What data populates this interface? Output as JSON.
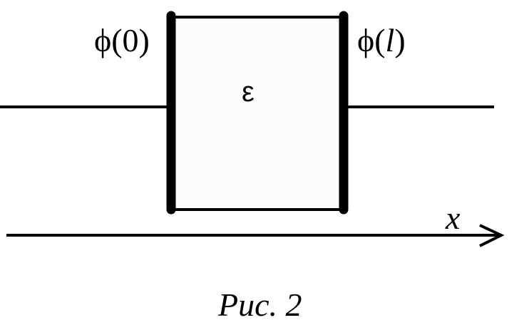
{
  "labels": {
    "left_potential": "ϕ(0)",
    "right_potential_prefix": "ϕ(",
    "right_potential_var": "l",
    "right_potential_suffix": ")",
    "permittivity": "ε",
    "axis": "x"
  },
  "caption": "Рис. 2",
  "colors": {
    "stroke": "#000000",
    "box_fill": "#fcfcfc",
    "background": "#ffffff"
  }
}
